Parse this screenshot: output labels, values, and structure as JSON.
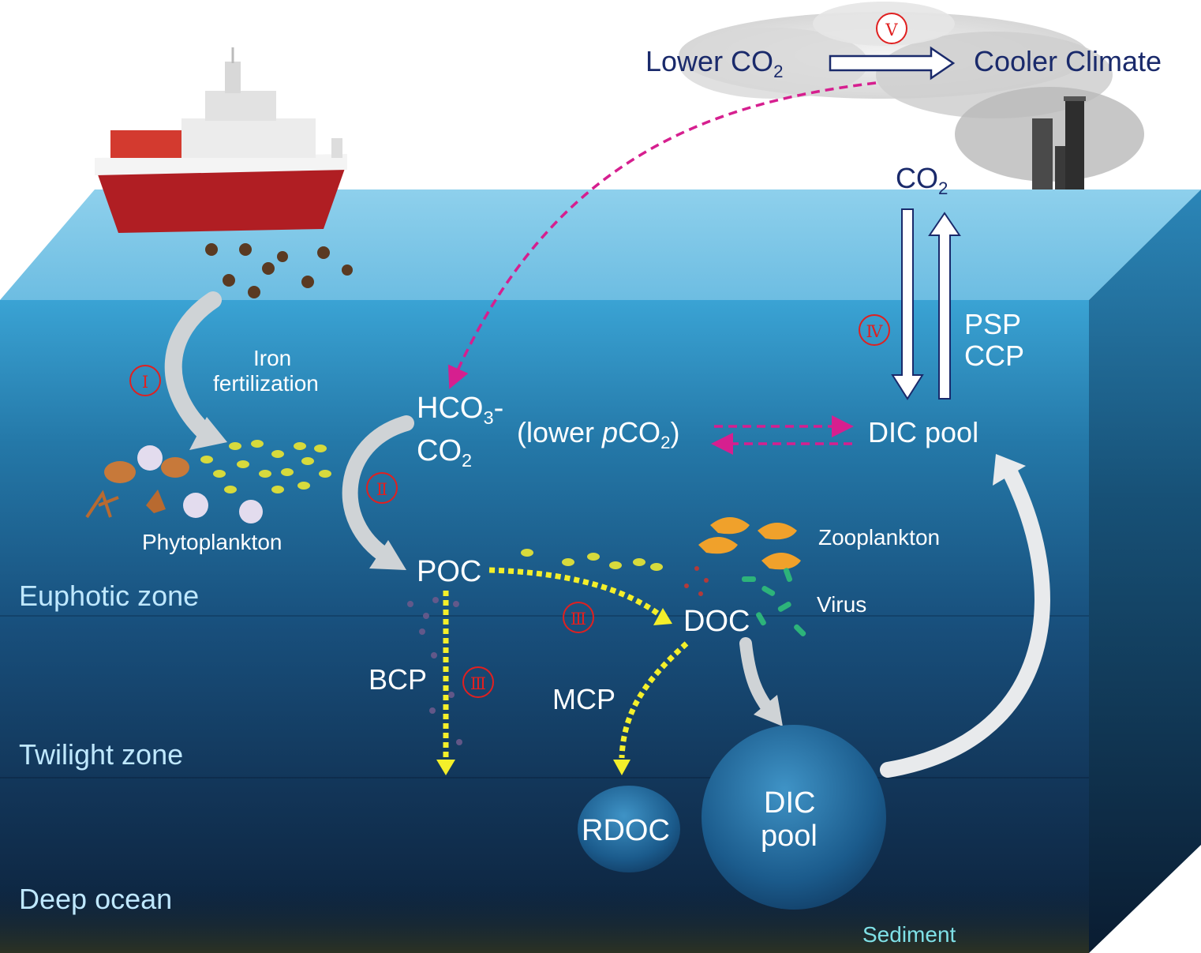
{
  "header": {
    "lower_co2": "Lower CO",
    "lower_co2_sub": "2",
    "cooler_climate": "Cooler Climate",
    "mark_v": "Ⅴ"
  },
  "surface": {
    "co2": "CO",
    "co2_sub": "2",
    "psp": "PSP",
    "ccp": "CCP",
    "mark_iv": "Ⅳ"
  },
  "iron": {
    "label_line1": "Iron",
    "label_line2": "fertilization",
    "mark_i": "Ⅰ",
    "phytoplankton": "Phytoplankton"
  },
  "carbonate": {
    "hco3": "HCO",
    "hco3_sub": "3",
    "hco3_sup": "-",
    "co2": "CO",
    "co2_sub": "2",
    "lower_pco2_open": "(lower ",
    "lower_pco2_italic": "p",
    "lower_pco2_co": "CO",
    "lower_pco2_sub": "2",
    "lower_pco2_close": ")",
    "dic_pool": "DIC pool",
    "mark_ii": "Ⅱ"
  },
  "pools": {
    "poc": "POC",
    "doc": "DOC",
    "bcp": "BCP",
    "mcp": "MCP",
    "rdoc": "RDOC",
    "dic_pool_line1": "DIC",
    "dic_pool_line2": "pool",
    "mark_iii_a": "Ⅲ",
    "mark_iii_b": "Ⅲ",
    "zooplankton": "Zooplankton",
    "virus": "Virus",
    "sediment": "Sediment"
  },
  "zones": {
    "euphotic": "Euphotic zone",
    "twilight": "Twilight zone",
    "deep": "Deep ocean"
  },
  "colors": {
    "sky": "#ffffff",
    "surface_top": "#8fd0ec",
    "deep_bottom": "#0d2440",
    "navy_text": "#1a2a6b",
    "marker_red": "#e02020",
    "magenta_arrow": "#d61f8f",
    "yellow_arrow": "#f4ef2a",
    "zone_text": "#bfe8ff"
  }
}
